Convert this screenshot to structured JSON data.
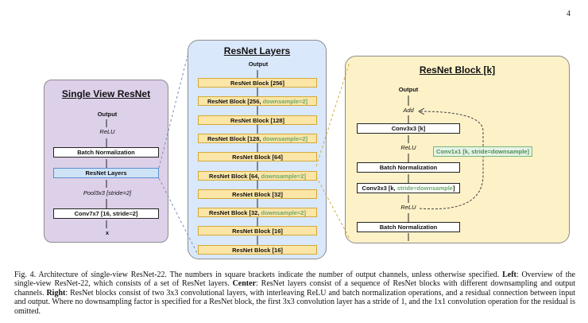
{
  "page_number": "4",
  "left_panel": {
    "title": "Single View ResNet",
    "output": "Output",
    "relu": "ReLU",
    "batch_norm": "Batch Normalization",
    "resnet_layers": "ResNet Layers",
    "pool": "Pool3x3 [stride=2]",
    "conv": "Conv7x7 [16, stride=2]",
    "input": "x"
  },
  "middle_panel": {
    "title": "ResNet Layers",
    "output": "Output",
    "blocks": [
      {
        "label": "ResNet Block [256]",
        "extra": ""
      },
      {
        "label": "ResNet Block [256, ",
        "extra": "downsample=2]"
      },
      {
        "label": "ResNet Block [128]",
        "extra": ""
      },
      {
        "label": "ResNet Block [128, ",
        "extra": "downsample=2]"
      },
      {
        "label": "ResNet Block [64]",
        "extra": ""
      },
      {
        "label": "ResNet Block [64, ",
        "extra": "downsample=2]"
      },
      {
        "label": "ResNet Block [32]",
        "extra": ""
      },
      {
        "label": "ResNet Block [32, ",
        "extra": "downsample=2]"
      },
      {
        "label": "ResNet Block [16]",
        "extra": ""
      },
      {
        "label": "ResNet Block [16]",
        "extra": ""
      }
    ]
  },
  "right_panel": {
    "title": "ResNet Block [k]",
    "output": "Output",
    "add": "Add",
    "conv_top": "Conv3x3 [k]",
    "relu_top": "ReLU",
    "batch_norm": "Batch Normalization",
    "conv_bottom_pre": "Conv3x3 [k, ",
    "conv_bottom_ds": "stride=downsample",
    "conv_bottom_post": "]",
    "relu_bottom": "ReLU",
    "batch_norm_bottom": "Batch Normalization",
    "shortcut": "Conv1x1 [k, stride=downsample]"
  },
  "caption": {
    "fig": "Fig. 4.",
    "text1": " Architecture of single-view ResNet-22. The numbers in square brackets indicate the number of output channels, unless otherwise specified. ",
    "left_b": "Left",
    "text2": ": Overview of the single-view ResNet-22, which consists of a set of ResNet layers. ",
    "center_b": "Center",
    "text3": ": ResNet layers consist of a sequence of ResNet blocks with different downsampling and output channels. ",
    "right_b": "Right",
    "text4": ": ResNet blocks consist of two 3x3 convolutional layers, with interleaving ReLU and batch normalization operations, and a residual connection between input and output. Where no downsampling factor is specified for a ResNet block, the first 3x3 convolution layer has a stride of 1, and the 1x1 convolution operation for the residual is omitted."
  },
  "colors": {
    "left_bg": "#ddd0e9",
    "middle_bg": "#dae8fc",
    "right_bg": "#fdf1c8",
    "block_yellow": "#fbe5a7",
    "downsample_green": "#6cab6a",
    "blue_block": "#cfe3f7"
  }
}
